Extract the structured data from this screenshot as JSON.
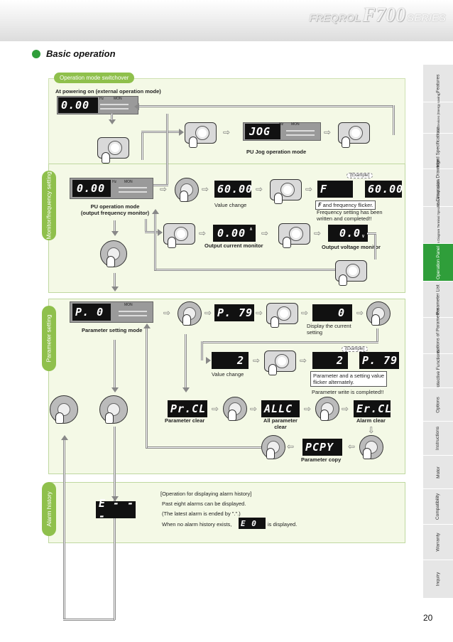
{
  "brand": {
    "prefix": "FREQROL",
    "model": "F700",
    "suffix": "SERIES"
  },
  "section_title": "Basic operation",
  "tabs": {
    "operation_mode": "Operation mode switchover",
    "monitor": "Monitor/frequency setting",
    "parameter": "Parameter setting",
    "alarm": "Alarm history"
  },
  "labels": {
    "power_on": "At powering on (external operation mode)",
    "pu_jog": "PU Jog operation mode",
    "pu_op_line1": "PU operation mode",
    "pu_op_line2": "(output frequency monitor)",
    "value_change": "Value change",
    "freq_flicker": "and frequency flicker.",
    "freq_written_line1": "Frequency setting has been",
    "freq_written_line2": "written and completed!!",
    "example": "(Example)",
    "output_current": "Output current monitor",
    "output_voltage": "Output voltage monitor",
    "param_mode": "Parameter setting mode",
    "display_current_line1": "Display the current",
    "display_current_line2": "setting",
    "value_change2": "Value change",
    "param_flicker_line1": "Parameter and a setting value",
    "param_flicker_line2": "flicker alternately.",
    "param_write_complete": "Parameter write is completed!!",
    "param_clear": "Parameter clear",
    "all_clear_line1": "All parameter",
    "all_clear_line2": "clear",
    "alarm_clear": "Alarm clear",
    "param_copy": "Parameter copy",
    "alarm_hist_title": "[Operation for displaying alarm history]",
    "alarm_line1": "Past eight alarms can be displayed.",
    "alarm_line2": "(The latest alarm is ended by \".\".)",
    "alarm_line3_a": "When no alarm history exists,",
    "alarm_line3_b": "is displayed."
  },
  "displays": {
    "power_on": "0.00",
    "jog": "JOG",
    "pu_op": "0.00",
    "value_6000": "60.00",
    "flicker_f": "F",
    "flicker_6000": "60.00",
    "current": "0.00",
    "voltage": "0.0",
    "param_p0": "P.   0",
    "p79": "P. 79",
    "current_setting": "0",
    "value_2": "2",
    "alt_2": "2",
    "alt_p79": "P. 79",
    "prcl": "Pr.CL",
    "allc": "ALLC",
    "ercl": "Er.CL",
    "pcpy": "PCPY",
    "alarm": "E - - -",
    "alarm_none": "E    0",
    "inline_f": "F"
  },
  "units": {
    "hz": "Hz",
    "a": "A",
    "v": "V",
    "mon": "MON"
  },
  "sidebar": [
    {
      "label": "Features",
      "active": false
    },
    {
      "label": "Peripheral Devices (Energy saving)",
      "active": false
    },
    {
      "label": "Standard Specifications",
      "active": false
    },
    {
      "label": "Outline Dimension Drawings",
      "active": false
    },
    {
      "label": "Terminal Connection Diagram Terminal Specification Explanation",
      "active": false
    },
    {
      "label": "Operation Panel",
      "active": true
    },
    {
      "label": "Parameter List",
      "active": false
    },
    {
      "label": "Explanations of Parameters",
      "active": false
    },
    {
      "label": "Protective Functions",
      "active": false
    },
    {
      "label": "Options",
      "active": false
    },
    {
      "label": "Instructions",
      "active": false
    },
    {
      "label": "Motor",
      "active": false
    },
    {
      "label": "Compatibility",
      "active": false
    },
    {
      "label": "Warranty",
      "active": false
    },
    {
      "label": "Inquiry",
      "active": false
    }
  ],
  "page_number": "20",
  "colors": {
    "accent_green": "#2f9e3a",
    "tab_green": "#8fc04c",
    "region_bg": "#f4f9e6"
  }
}
